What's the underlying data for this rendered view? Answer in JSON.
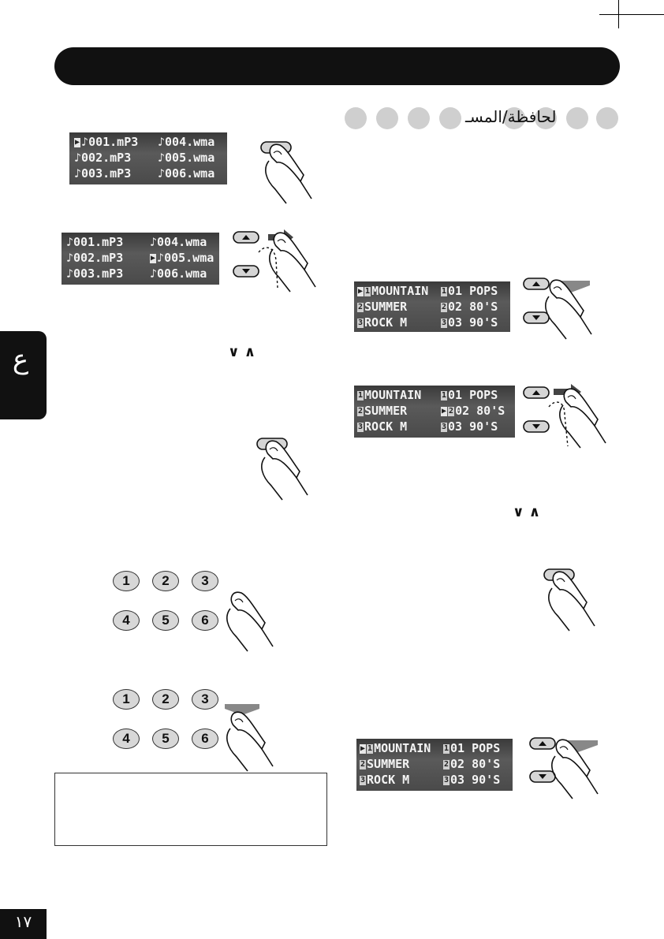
{
  "header": {
    "section_title": "لحافظة/المسـ",
    "side_tab_label": "ع",
    "page_number": "١٧"
  },
  "chevrons": "∨∧",
  "displays": {
    "mp3_a": {
      "rows": [
        {
          "left": "001.mP3",
          "right": "004.wma",
          "sel": "left"
        },
        {
          "left": "002.mP3",
          "right": "005.wma",
          "sel": ""
        },
        {
          "left": "003.mP3",
          "right": "006.wma",
          "sel": ""
        }
      ]
    },
    "mp3_b": {
      "rows": [
        {
          "left": "001.mP3",
          "right": "004.wma",
          "sel": ""
        },
        {
          "left": "002.mP3",
          "right": "005.wma",
          "sel": "right"
        },
        {
          "left": "003.mP3",
          "right": "006.wma",
          "sel": ""
        }
      ]
    },
    "folder_a": {
      "rows": [
        {
          "li": "1",
          "left": "MOUNTAIN",
          "ri": "1",
          "right": "01 POPS",
          "sel": "left"
        },
        {
          "li": "2",
          "left": "SUMMER",
          "ri": "2",
          "right": "02 80'S",
          "sel": ""
        },
        {
          "li": "3",
          "left": "ROCK M",
          "ri": "3",
          "right": "03 90'S",
          "sel": ""
        }
      ]
    },
    "folder_b": {
      "rows": [
        {
          "li": "1",
          "left": "MOUNTAIN",
          "ri": "1",
          "right": "01 POPS",
          "sel": ""
        },
        {
          "li": "2",
          "left": "SUMMER",
          "ri": "2",
          "right": "02 80'S",
          "sel": "right"
        },
        {
          "li": "3",
          "left": "ROCK M",
          "ri": "3",
          "right": "03 90'S",
          "sel": ""
        }
      ]
    },
    "folder_c": {
      "rows": [
        {
          "li": "1",
          "left": "MOUNTAIN",
          "ri": "1",
          "right": "01 POPS",
          "sel": "left"
        },
        {
          "li": "2",
          "left": "SUMMER",
          "ri": "2",
          "right": "02 80'S",
          "sel": ""
        },
        {
          "li": "3",
          "left": "ROCK M",
          "ri": "3",
          "right": "03 90'S",
          "sel": ""
        }
      ]
    }
  },
  "keypad_a": [
    "1",
    "2",
    "3",
    "4",
    "5",
    "6"
  ],
  "keypad_b": [
    "1",
    "2",
    "3",
    "4",
    "5",
    "6"
  ]
}
